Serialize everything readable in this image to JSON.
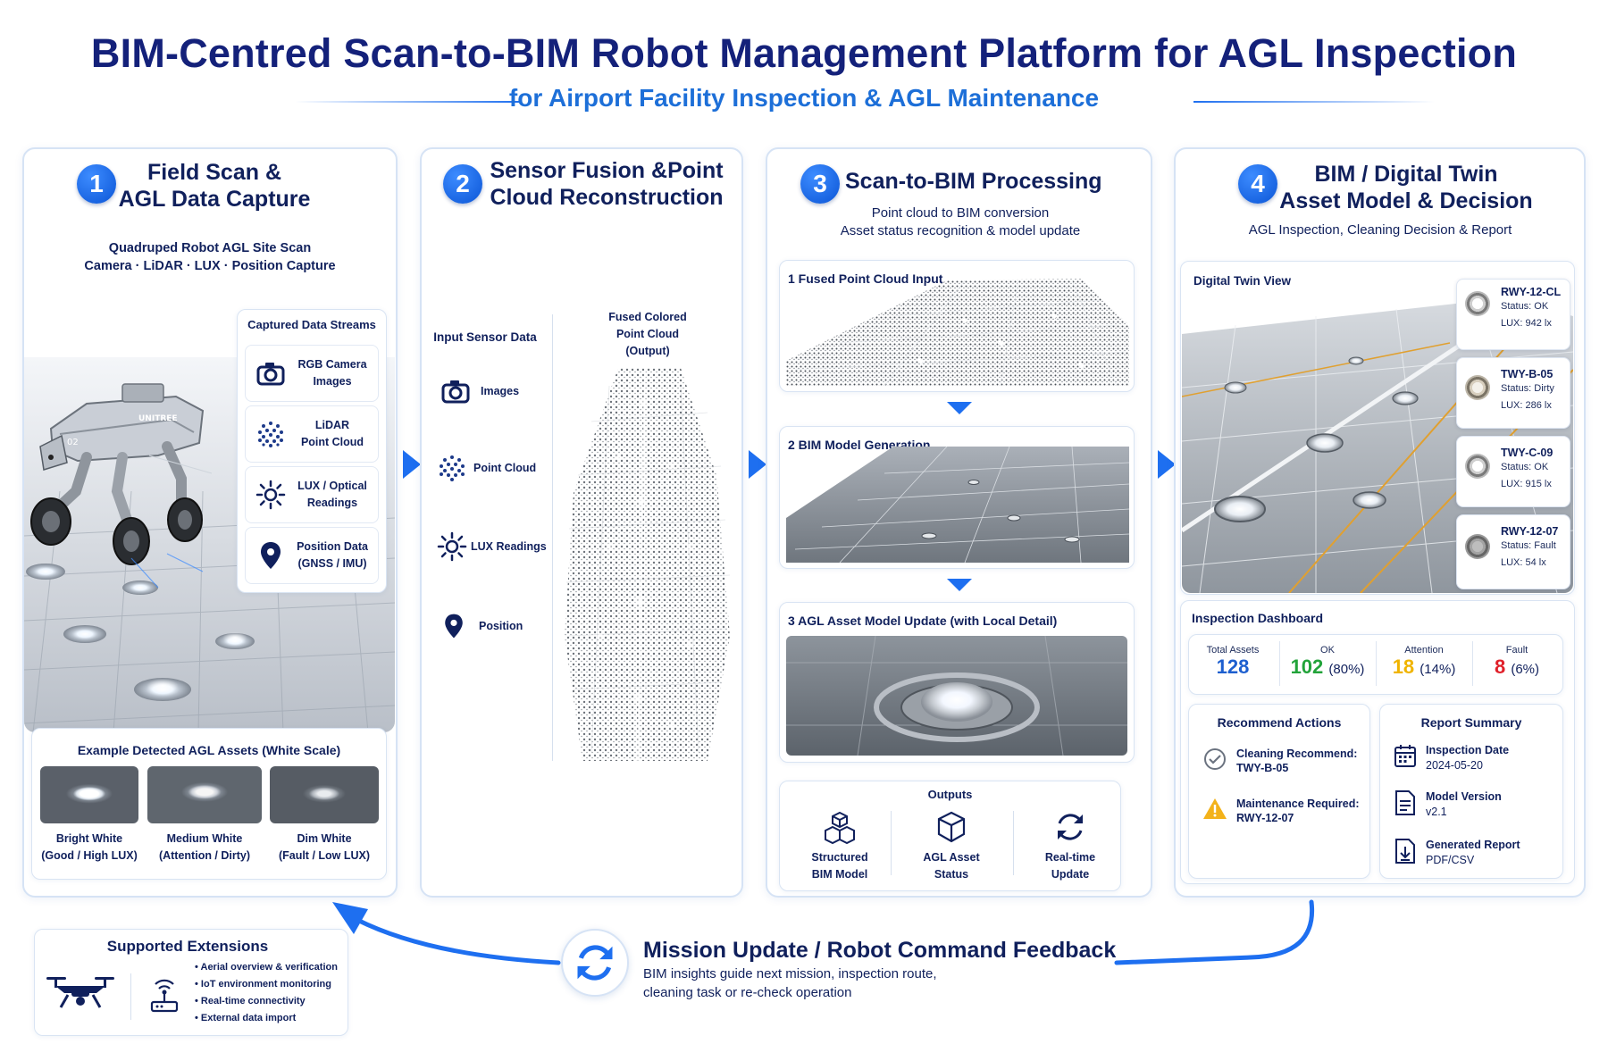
{
  "header": {
    "title": "BIM-Centred Scan-to-BIM Robot Management Platform for AGL Inspection",
    "subtitle": "for Airport Facility Inspection & AGL Maintenance"
  },
  "colors": {
    "navy": "#14217a",
    "accent_blue": "#1e6ff0",
    "ok_green": "#22a33a",
    "attention_yellow": "#f0b400",
    "fault_red": "#e0202a"
  },
  "step1": {
    "number": "1",
    "title_line1": "Field Scan &",
    "title_line2": "AGL Data Capture",
    "desc_line1": "Quadruped Robot AGL Site Scan",
    "desc_line2": "Camera · LiDAR · LUX · Position Capture",
    "robot_brand": "UNITREE",
    "robot_id": "02",
    "streams_title": "Captured Data Streams",
    "streams": [
      {
        "icon": "camera-icon",
        "line1": "RGB Camera",
        "line2": "Images"
      },
      {
        "icon": "lidar-dots-icon",
        "line1": "LiDAR",
        "line2": "Point Cloud"
      },
      {
        "icon": "sun-icon",
        "line1": "LUX / Optical",
        "line2": "Readings"
      },
      {
        "icon": "location-pin-icon",
        "line1": "Position Data",
        "line2": "(GNSS / IMU)"
      }
    ],
    "examples_title": "Example Detected AGL Assets (White Scale)",
    "examples": [
      {
        "line1": "Bright White",
        "line2": "(Good / High LUX)"
      },
      {
        "line1": "Medium White",
        "line2": "(Attention / Dirty)"
      },
      {
        "line1": "Dim White",
        "line2": "(Fault / Low LUX)"
      }
    ]
  },
  "step2": {
    "number": "2",
    "title_line1": "Sensor Fusion &Point",
    "title_line2": "Cloud Reconstruction",
    "input_title": "Input Sensor Data",
    "inputs": [
      {
        "icon": "camera-icon",
        "label": "Images"
      },
      {
        "icon": "lidar-dots-icon",
        "label": "Point Cloud"
      },
      {
        "icon": "sun-icon",
        "label": "LUX Readings"
      },
      {
        "icon": "location-pin-icon",
        "label": "Position"
      }
    ],
    "output_line1": "Fused Colored",
    "output_line2": "Point Cloud",
    "output_line3": "(Output)"
  },
  "step3": {
    "number": "3",
    "title": "Scan-to-BIM Processing",
    "desc_line1": "Point cloud to BIM conversion",
    "desc_line2": "Asset status recognition & model update",
    "stage1": "1 Fused Point Cloud Input",
    "stage2": "2 BIM Model Generation",
    "stage3": "3 AGL Asset Model Update (with Local Detail)",
    "outputs_title": "Outputs",
    "outputs": [
      {
        "icon": "cubes-icon",
        "line1": "Structured",
        "line2": "BIM Model"
      },
      {
        "icon": "cube-icon",
        "line1": "AGL Asset",
        "line2": "Status"
      },
      {
        "icon": "refresh-icon",
        "line1": "Real-time",
        "line2": "Update"
      }
    ]
  },
  "step4": {
    "number": "4",
    "title_line1": "BIM / Digital Twin",
    "title_line2": "Asset Model & Decision",
    "desc": "AGL Inspection, Cleaning Decision & Report",
    "twin_title": "Digital Twin View",
    "assets": [
      {
        "name": "RWY-12-CL",
        "status": "Status: OK",
        "lux": "LUX: 942 lx"
      },
      {
        "name": "TWY-B-05",
        "status": "Status: Dirty",
        "lux": "LUX: 286 lx"
      },
      {
        "name": "TWY-C-09",
        "status": "Status: OK",
        "lux": "LUX: 915 lx"
      },
      {
        "name": "RWY-12-07",
        "status": "Status: Fault",
        "lux": "LUX: 54 lx"
      }
    ],
    "dashboard_title": "Inspection Dashboard",
    "stats": {
      "total_label": "Total Assets",
      "total_value": "128",
      "ok_label": "OK",
      "ok_value": "102",
      "ok_pct": "(80%)",
      "attention_label": "Attention",
      "attention_value": "18",
      "attention_pct": "(14%)",
      "fault_label": "Fault",
      "fault_value": "8",
      "fault_pct": "(6%)"
    },
    "actions_title": "Recommend Actions",
    "actions": [
      {
        "icon": "check-circle-icon",
        "line1": "Cleaning Recommend:",
        "line2": "TWY-B-05"
      },
      {
        "icon": "warning-icon",
        "line1": "Maintenance Required:",
        "line2": "RWY-12-07"
      }
    ],
    "report_title": "Report Summary",
    "report": [
      {
        "icon": "calendar-icon",
        "line1": "Inspection Date",
        "line2": "2024-05-20"
      },
      {
        "icon": "document-icon",
        "line1": "Model Version",
        "line2": "v2.1"
      },
      {
        "icon": "download-doc-icon",
        "line1": "Generated Report",
        "line2": "PDF/CSV"
      }
    ]
  },
  "feedback": {
    "title": "Mission Update / Robot Command Feedback",
    "desc_line1": "BIM insights guide next mission, inspection route,",
    "desc_line2": "cleaning task or re-check operation"
  },
  "extensions": {
    "title": "Supported Extensions",
    "items": [
      "Aerial overview & verification",
      "IoT environment monitoring",
      "Real-time connectivity",
      "External data import"
    ]
  }
}
